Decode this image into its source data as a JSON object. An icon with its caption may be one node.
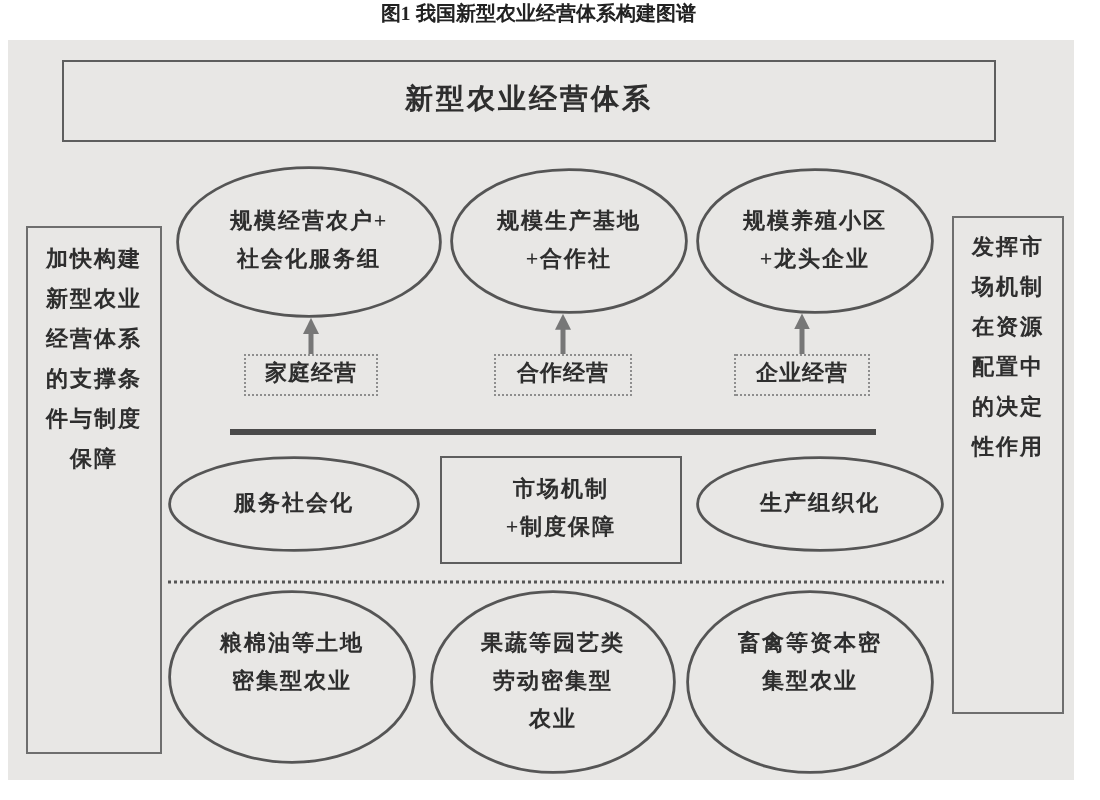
{
  "diagram": {
    "title": "图1 我国新型农业经营体系构建图谱",
    "nodes": [
      {
        "text": [
          "新型农业经营体系"
        ]
      },
      {
        "text": [
          "加快构建新型农业经营体系的支撑条件与制度保障"
        ]
      },
      {
        "text": [
          "规模经营农户+社会化服务组"
        ]
      },
      {
        "text": [
          "规模生产基地+合作社"
        ]
      },
      {
        "text": [
          "规模养殖小区+龙头企业"
        ]
      },
      {
        "text": [
          "发挥市场机制在资源配置中的决定性作用"
        ]
      },
      {
        "text": [
          "家庭经营"
        ]
      },
      {
        "text": [
          "合作经营"
        ]
      },
      {
        "text": [
          "企业经营"
        ]
      },
      {
        "text": [
          "服务社会化"
        ]
      },
      {
        "text": [
          "市场机制+制度保障"
        ]
      },
      {
        "text": [
          "生产组织化"
        ]
      },
      {
        "text": [
          "粮棉油等土地密集型农业"
        ]
      },
      {
        "text": [
          "果蔬等园艺类劳动密集型农业"
        ]
      },
      {
        "text": [
          "畜禽等资本密集型农业"
        ]
      }
    ],
    "edges": [
      {
        "from": 6,
        "to": 2,
        "arrow": "to"
      },
      {
        "from": 7,
        "to": 3,
        "arrow": "to"
      },
      {
        "from": 8,
        "to": 4,
        "arrow": "to"
      }
    ]
  }
}
